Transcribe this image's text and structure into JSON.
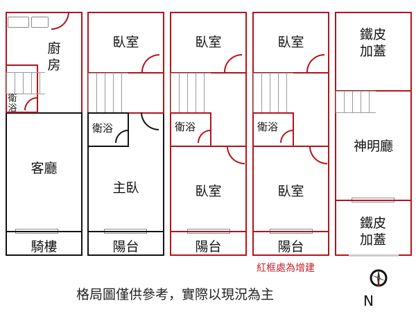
{
  "rooms": {
    "kitchen": "廚房",
    "kitchen_bath": "衛浴",
    "living_room": "客廳",
    "arcade": "騎樓",
    "f2_bedroom": "臥室",
    "f2_bath": "衛浴",
    "f2_master": "主臥",
    "f2_balcony": "陽台",
    "f3_bedroom_front": "臥室",
    "f3_bath": "衛浴",
    "f3_bedroom_back": "臥室",
    "f3_balcony": "陽台",
    "f4_bedroom_front": "臥室",
    "f4_bath": "衛浴",
    "f4_bedroom_back": "臥室",
    "f4_balcony": "陽台",
    "f5_roof_back": "鐵皮加蓋",
    "f5_shrine": "神明廳",
    "f5_roof_front": "鐵皮加蓋"
  },
  "legend_note": "紅框處為增建",
  "disclaimer": "格局圖僅供參考，實際以現況為主",
  "compass_label": "N",
  "colors": {
    "extension": "#b5121b",
    "original": "#111111"
  }
}
